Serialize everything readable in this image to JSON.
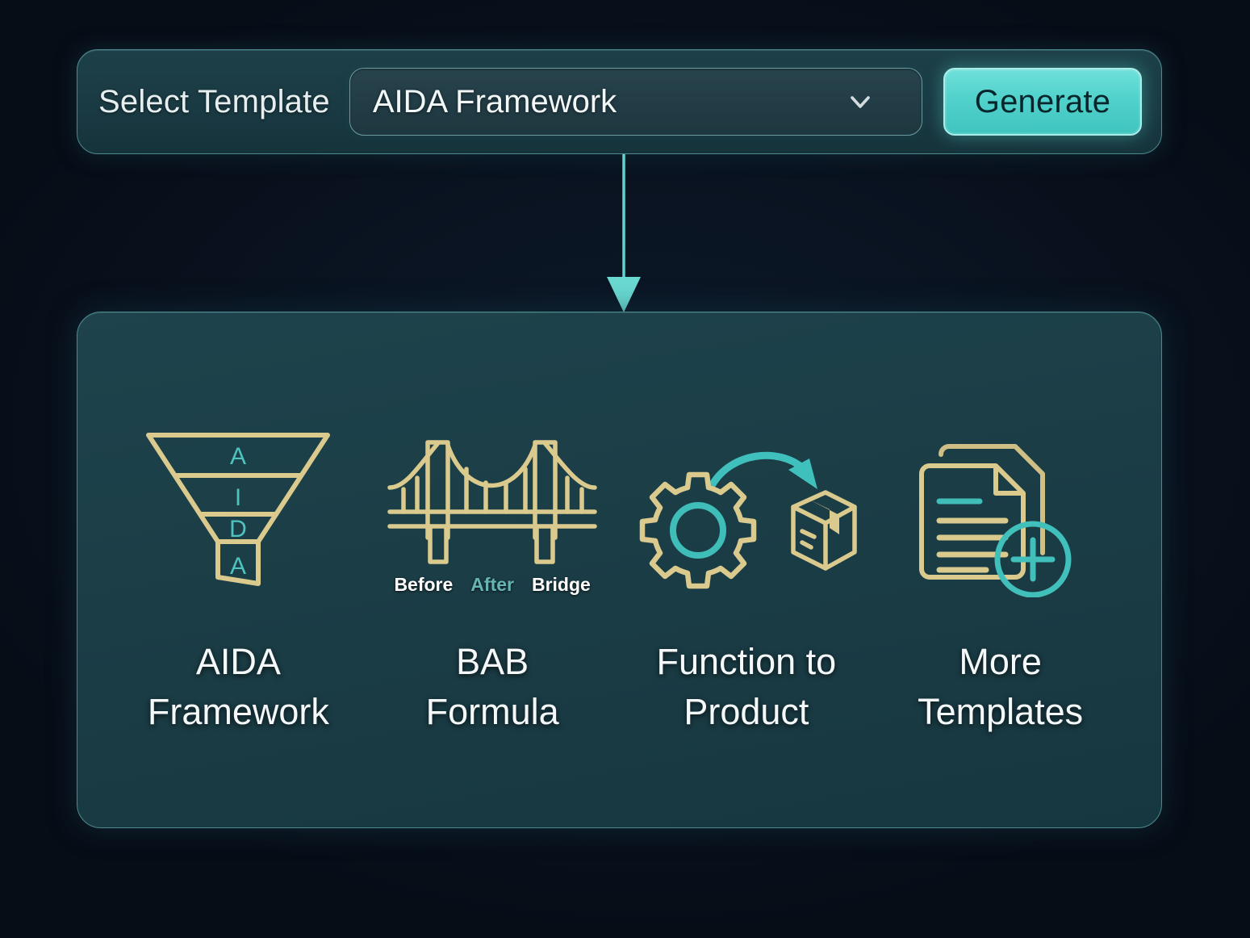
{
  "colors": {
    "page_bg": "#070d17",
    "panel_bg": "#1b3d46",
    "panel_border": "#4c8a8f",
    "accent_cyan": "#4fd3cd",
    "icon_gold": "#d9c98c",
    "icon_cyan": "#46b8b5",
    "text_primary": "#f4f8f9",
    "generate_button_bg": "#53d2cc",
    "generate_button_text": "#07262b"
  },
  "toolbar": {
    "label": "Select Template",
    "select": {
      "value": "AIDA Framework",
      "placeholder": "Select Template",
      "chevron_icon": "chevron-down-icon",
      "options": [
        "AIDA Framework",
        "BAB Formula",
        "Function to Product",
        "More Templates"
      ]
    },
    "generate_label": "Generate"
  },
  "connector": {
    "icon": "down-arrow-icon",
    "color": "#4fd3cd"
  },
  "panel": {
    "cards": [
      {
        "id": "aida-framework",
        "label": "AIDA\nFramework",
        "icon": "funnel-icon",
        "funnel_stages": [
          "A",
          "I",
          "D",
          "A"
        ]
      },
      {
        "id": "bab-formula",
        "label": "BAB\nFormula",
        "icon": "bridge-icon",
        "legend": [
          {
            "text": "Before",
            "color": "#ffffff"
          },
          {
            "text": "After",
            "color": "#67b4b4"
          },
          {
            "text": "Bridge",
            "color": "#ffffff"
          }
        ]
      },
      {
        "id": "function-to-product",
        "label": "Function to\nProduct",
        "icon": "gear-to-box-icon"
      },
      {
        "id": "more-templates",
        "label": "More\nTemplates",
        "icon": "documents-plus-icon"
      }
    ]
  }
}
